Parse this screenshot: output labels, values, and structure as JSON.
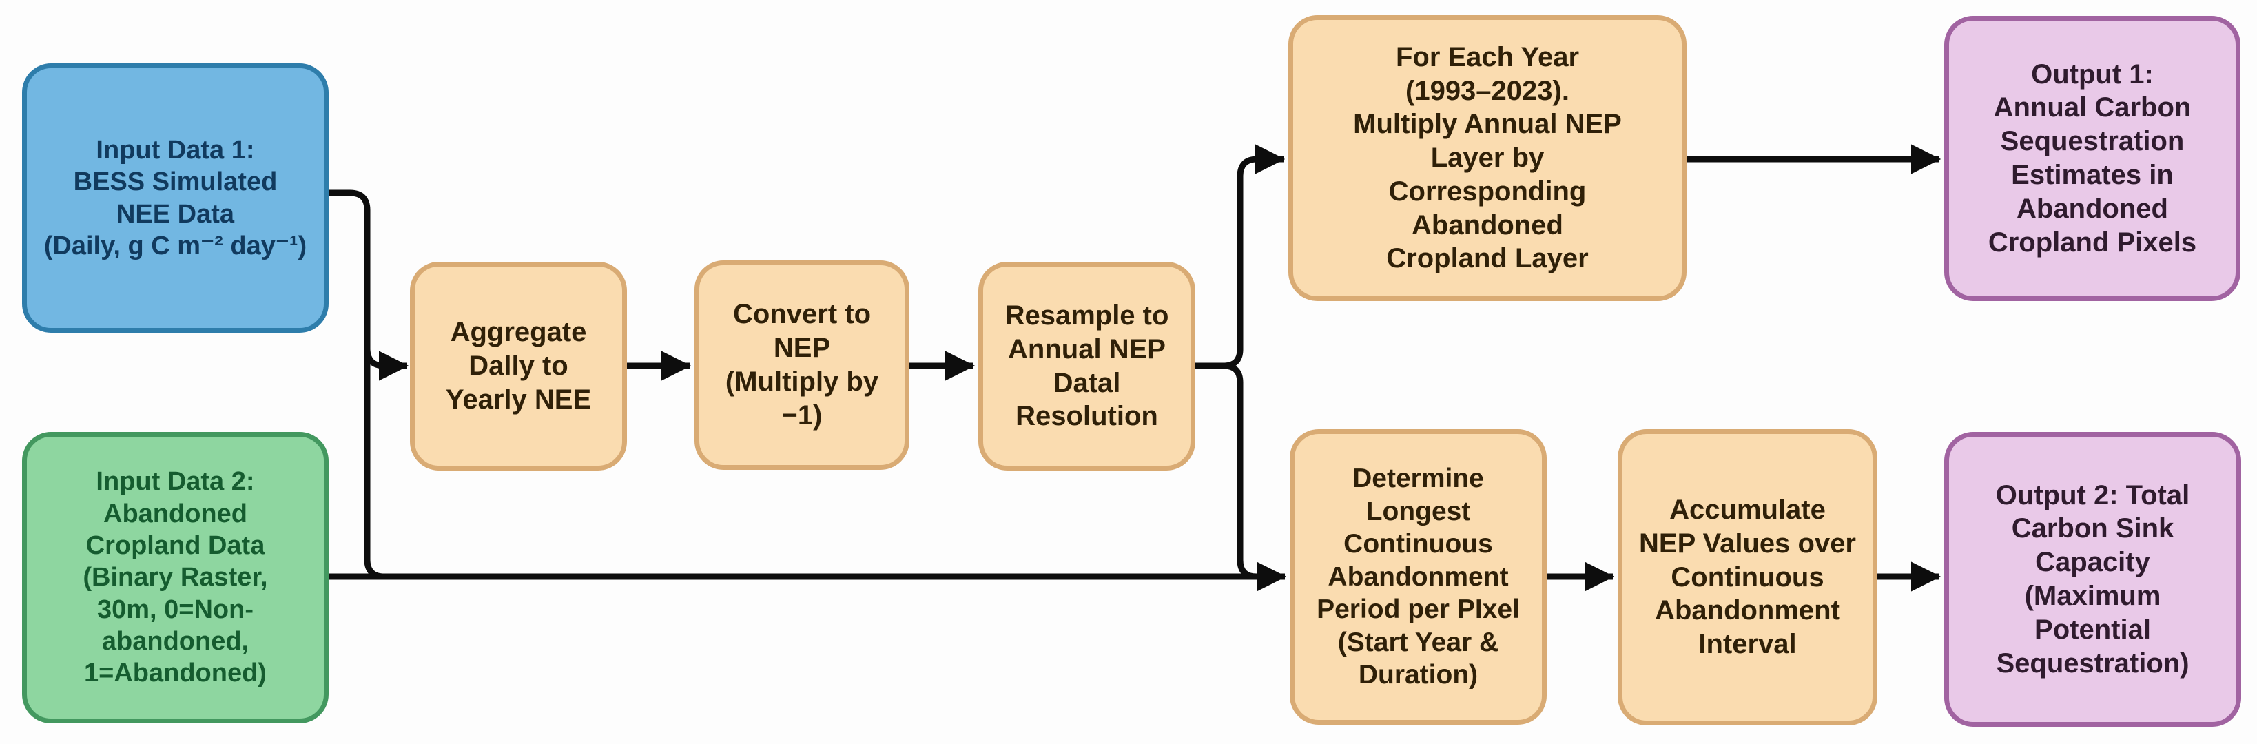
{
  "diagram": {
    "background": "#fdfdfd",
    "arrow_color": "#0d0d0d",
    "nodes": {
      "input1": {
        "label": "Input Data 1:\nBESS Simulated\nNEE Data\n(Daily, g C m⁻² day⁻¹)",
        "fill": "#72b7e2",
        "border": "#2e7dab",
        "text_color": "#113a5e",
        "role": "input"
      },
      "input2": {
        "label": "Input Data 2:\nAbandoned\nCropland Data\n(Binary Raster,\n30m, 0=Non-\nabandoned,\n1=Abandoned)",
        "fill": "#8ed6a0",
        "border": "#43985f",
        "text_color": "#155c2f",
        "role": "input"
      },
      "aggregate": {
        "label": "Aggregate\nDally to\nYearly NEE",
        "fill": "#fadcb0",
        "border": "#d9ab74",
        "text_color": "#2f2008",
        "role": "process"
      },
      "convert": {
        "label": "Convert to\nNEP\n(Multiply by\n−1)",
        "fill": "#fadcb0",
        "border": "#d9ab74",
        "text_color": "#2f2008",
        "role": "process"
      },
      "resample": {
        "label": "Resample to\nAnnual NEP\nDatal\nResolution",
        "fill": "#fadcb0",
        "border": "#d9ab74",
        "text_color": "#2f2008",
        "role": "process"
      },
      "for_each_year": {
        "label": "For Each Year\n(1993–2023).\nMultiply Annual NEP\nLayer by\nCorresponding\nAbandoned\nCropland Layer",
        "fill": "#fadcb0",
        "border": "#d9ab74",
        "text_color": "#2f2008",
        "role": "process"
      },
      "output1": {
        "label": "Output 1:\nAnnual Carbon\nSequestration\nEstimates in\nAbandoned\nCropland Pixels",
        "fill": "#e9c9e8",
        "border": "#a163a1",
        "text_color": "#2f1b2e",
        "role": "output"
      },
      "determine": {
        "label": "Determine\nLongest\nContinuous\nAbandonment\nPeriod per PIxel\n(Start Year &\nDuration)",
        "fill": "#fadcb0",
        "border": "#d9ab74",
        "text_color": "#2f2008",
        "role": "process"
      },
      "accumulate": {
        "label": "Accumulate\nNEP Values over\nContinuous\nAbandonment\nInterval",
        "fill": "#fadcb0",
        "border": "#d9ab74",
        "text_color": "#2f2008",
        "role": "process"
      },
      "output2": {
        "label": "Output 2: Total\nCarbon Sink\nCapacity\n(Maximum\nPotential\nSequestration)",
        "fill": "#e9c9e8",
        "border": "#a163a1",
        "text_color": "#2f1b2e",
        "role": "output"
      }
    },
    "connections": [
      {
        "from": "input1",
        "to": "aggregate"
      },
      {
        "from": "input2",
        "to": "aggregate"
      },
      {
        "from": "input2",
        "to": "determine"
      },
      {
        "from": "aggregate",
        "to": "convert"
      },
      {
        "from": "convert",
        "to": "resample"
      },
      {
        "from": "resample",
        "to": "for_each_year"
      },
      {
        "from": "resample",
        "to": "determine"
      },
      {
        "from": "for_each_year",
        "to": "output1"
      },
      {
        "from": "determine",
        "to": "accumulate"
      },
      {
        "from": "accumulate",
        "to": "output2"
      }
    ]
  }
}
